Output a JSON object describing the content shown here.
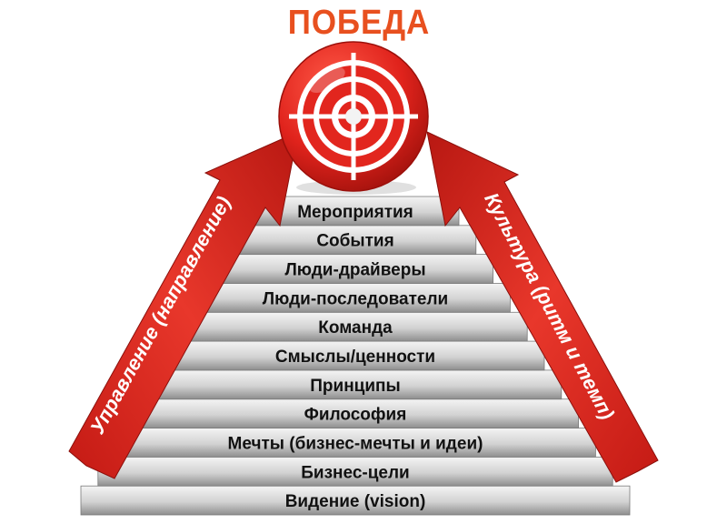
{
  "title": "ПОБЕДА",
  "steps": [
    "Мероприятия",
    "События",
    "Люди-драйверы",
    "Люди-последователи",
    "Команда",
    "Смыслы/ценности",
    "Принципы",
    "Философия",
    "Мечты (бизнес-мечты и идеи)",
    "Бизнес-цели",
    "Видение (vision)"
  ],
  "arrows": {
    "left_label": "Управление (направление)",
    "right_label": "Культура (ритм и темп)"
  },
  "colors": {
    "title": "#e8501f",
    "arrow": "#d8261c",
    "target_red": "#e0231c",
    "step_light": "#e6e6e6",
    "step_dark": "#9a9a9a"
  },
  "icons": {
    "target": "target-crosshair-icon"
  }
}
